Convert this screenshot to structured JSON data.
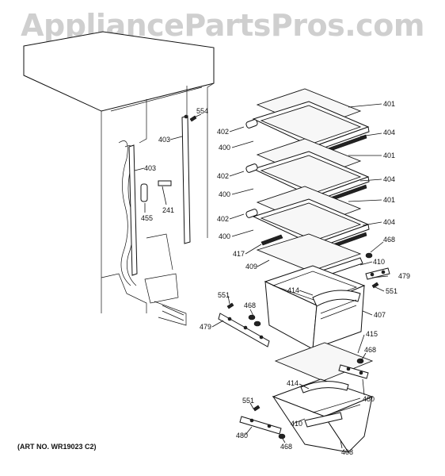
{
  "watermark": "AppliancePartsPros.com",
  "art_number": "(ART NO. WR19023 C2)",
  "callouts": {
    "c401a": "401",
    "c404a": "404",
    "c401b": "401",
    "c404b": "404",
    "c401c": "401",
    "c404c": "404",
    "c402a": "402",
    "c400a": "400",
    "c402b": "402",
    "c400b": "400",
    "c402c": "402",
    "c400c": "400",
    "c554": "554",
    "c403a": "403",
    "c403b": "403",
    "c455": "455",
    "c241": "241",
    "c417": "417",
    "c409": "409",
    "c468a": "468",
    "c410a": "410",
    "c479a": "479",
    "c551a": "551",
    "c414a": "414",
    "c407": "407",
    "c551b": "551",
    "c468b": "468",
    "c479b": "479",
    "c415": "415",
    "c468c": "468",
    "c414b": "414",
    "c480a": "480",
    "c551c": "551",
    "c410b": "410",
    "c480b": "480",
    "c468d": "468",
    "c408": "408"
  }
}
